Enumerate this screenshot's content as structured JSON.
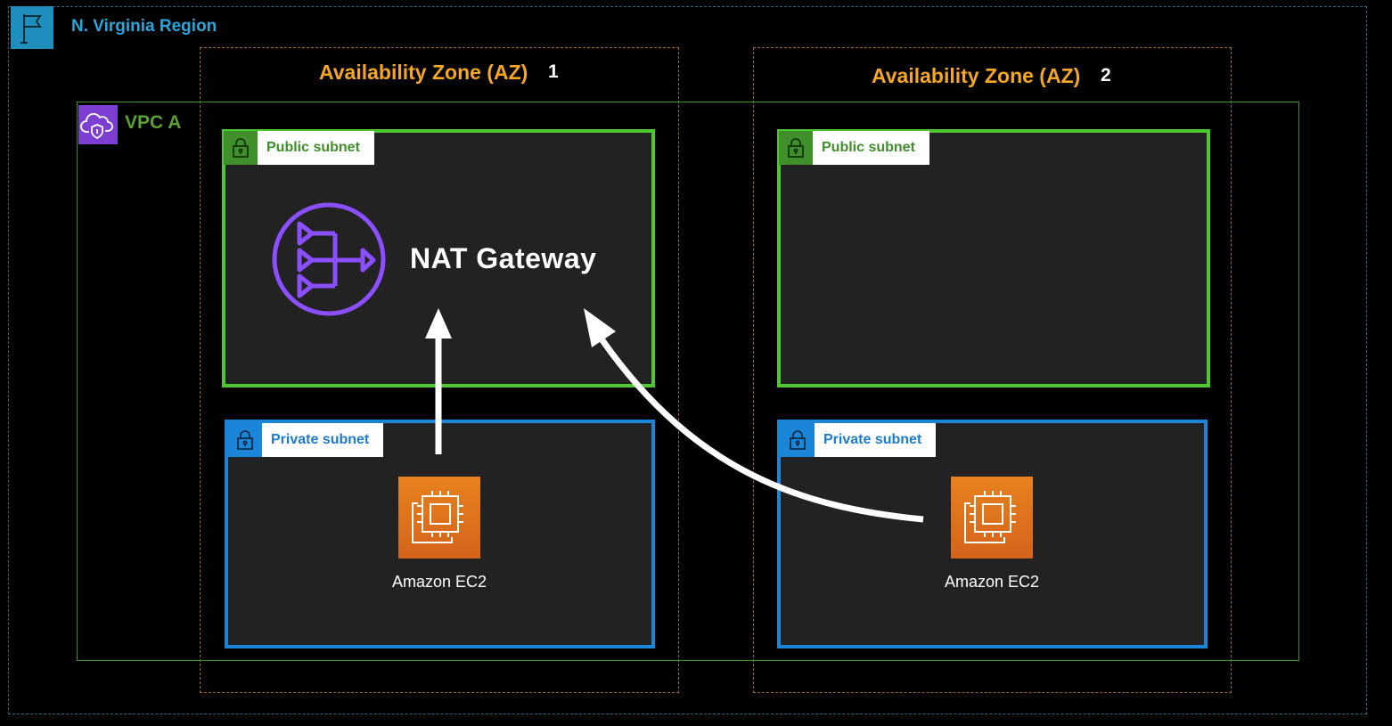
{
  "region": {
    "label": "N. Virginia Region"
  },
  "zones": [
    {
      "label": "Availability Zone (AZ)",
      "number": "1"
    },
    {
      "label": "Availability Zone (AZ)",
      "number": "2"
    }
  ],
  "vpc": {
    "label": "VPC A"
  },
  "subnets": {
    "public_1": "Public subnet",
    "public_2": "Public subnet",
    "private_1": "Private subnet",
    "private_2": "Private subnet"
  },
  "nat": {
    "label": "NAT Gateway"
  },
  "ec2": [
    {
      "label": "Amazon EC2"
    },
    {
      "label": "Amazon EC2"
    }
  ],
  "colors": {
    "region": "#29a6db",
    "zone": "#f5a623",
    "vpc": "#5aa133",
    "public_subnet": "#4ec731",
    "private_subnet": "#1b86d8",
    "nat_icon": "#8c4fff",
    "ec2_icon": "#e8821e"
  },
  "icons": {
    "region": "flag-icon",
    "vpc": "cloud-shield-icon",
    "subnet": "lock-icon",
    "nat": "nat-gateway-icon",
    "ec2": "ec2-chip-icon",
    "arrow": "arrow-icon"
  }
}
